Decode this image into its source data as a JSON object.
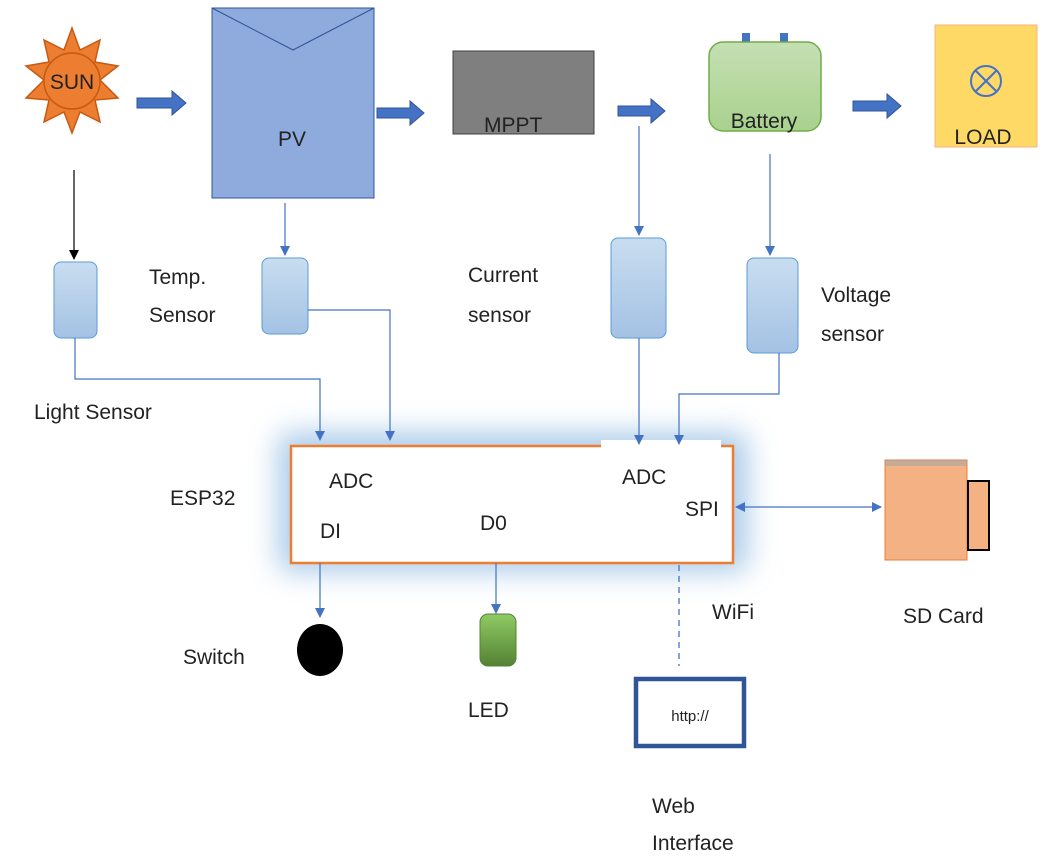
{
  "blocks": {
    "sun": "SUN",
    "pv": "PV",
    "mppt": "MPPT",
    "battery": "Battery",
    "load": "LOAD"
  },
  "sensors": {
    "light": "Light Sensor",
    "temp_line1": "Temp.",
    "temp_line2": "Sensor",
    "current_line1": "Current",
    "current_line2": "sensor",
    "voltage_line1": "Voltage",
    "voltage_line2": "sensor"
  },
  "esp32": {
    "name": "ESP32",
    "adc_left": "ADC",
    "adc_right": "ADC",
    "di": "DI",
    "d0": "D0",
    "spi": "SPI"
  },
  "peripherals": {
    "switch": "Switch",
    "led": "LED",
    "wifi": "WiFi",
    "sd_card": "SD Card",
    "web_screen": "http://",
    "web_line1": "Web",
    "web_line2": "Interface"
  },
  "colors": {
    "sun_fill": "#ED7D31",
    "pv_fill": "#8FAADC",
    "mppt_fill": "#7F7F7F",
    "battery_fill": "#A9D18E",
    "load_fill": "#FFD966",
    "sensor_fill": "#BDD7EE",
    "arrow_blue": "#4472C4",
    "esp_border": "#ED7D31",
    "led_fill": "#70AD47",
    "sd_fill": "#F4B183"
  }
}
